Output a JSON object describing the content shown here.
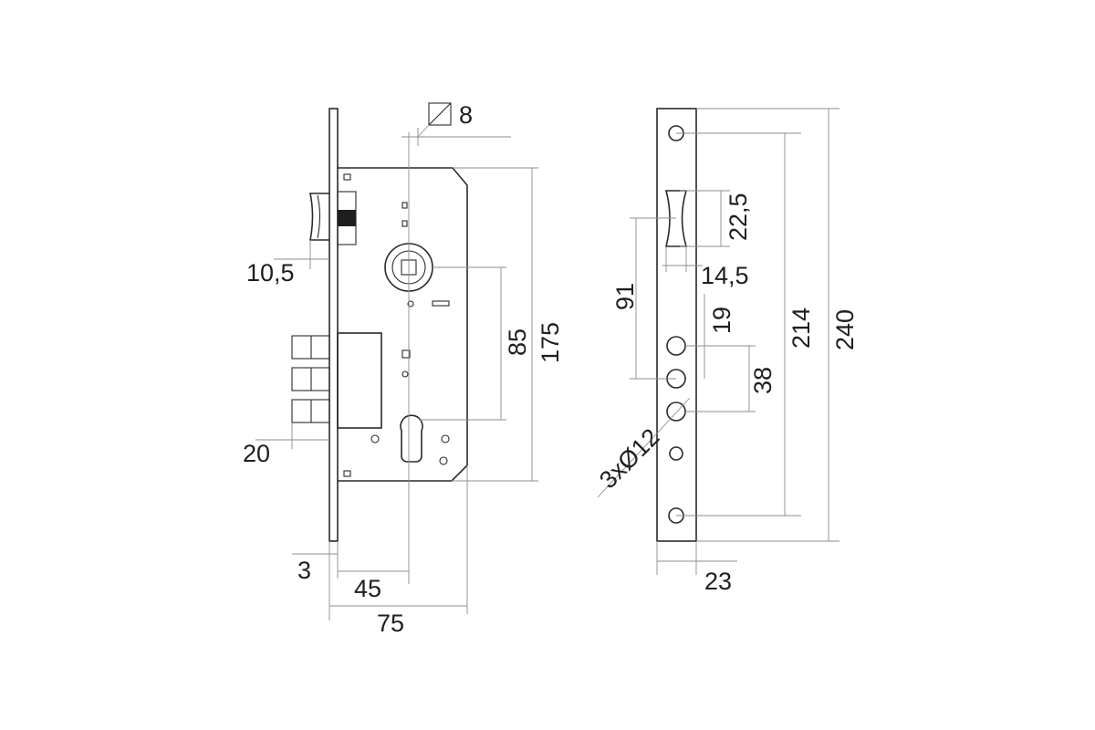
{
  "drawing": {
    "colors": {
      "lines": "#2a2a2a",
      "dimension_lines": "#8c8c8c",
      "text": "#1f1f1f",
      "background": "#ffffff"
    },
    "lock_case_view": {
      "dimensions": {
        "spindle_square": "8",
        "latch_projection": "10,5",
        "deadbolt_projection": "20",
        "spindle_to_cylinder": "85",
        "case_height": "175",
        "faceplate_thickness": "3",
        "backset": "45",
        "case_depth": "75"
      }
    },
    "faceplate_view": {
      "dimensions": {
        "latch_opening_height": "22,5",
        "latch_opening_width": "14,5",
        "latch_to_bolt": "91",
        "bolt_offset": "19",
        "bolt_spacing": "38",
        "bolt_holes": "3xØ12",
        "screw_hole_spacing": "214",
        "faceplate_height": "240",
        "faceplate_width": "23"
      }
    }
  }
}
